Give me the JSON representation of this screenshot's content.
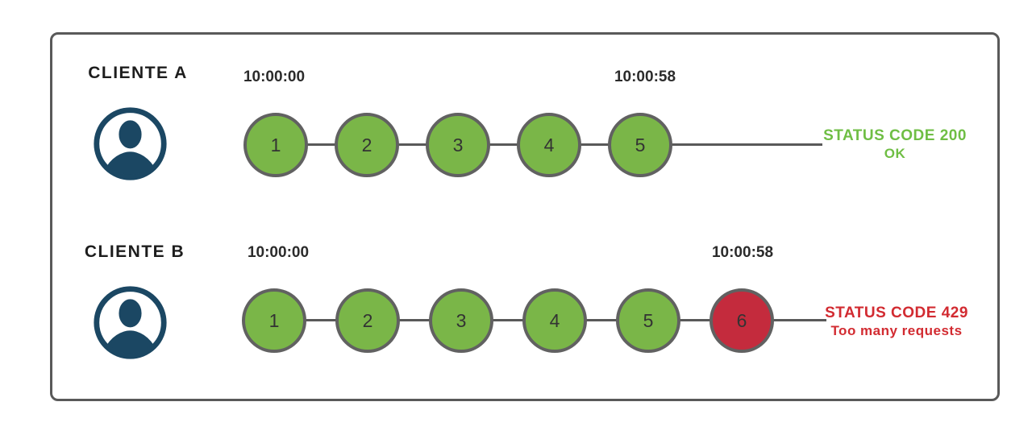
{
  "colors": {
    "green": "#7ab648",
    "red": "#c42b3d",
    "green_text": "#6fbe44",
    "red_text": "#d22b31",
    "navy": "#1b4763",
    "line": "#595959",
    "circle_border": "#616161",
    "timestamp": "#2b2b2b",
    "label": "#1d1d1d"
  },
  "rows": [
    {
      "client_label": "CLIENTE A",
      "start_time": "10:00:00",
      "end_time": "10:00:58",
      "requests": [
        {
          "label": "1",
          "state": "allowed"
        },
        {
          "label": "2",
          "state": "allowed"
        },
        {
          "label": "3",
          "state": "allowed"
        },
        {
          "label": "4",
          "state": "allowed"
        },
        {
          "label": "5",
          "state": "allowed"
        }
      ],
      "status": {
        "code_line": "STATUS CODE 200",
        "detail_line": "OK"
      }
    },
    {
      "client_label": "CLIENTE B",
      "start_time": "10:00:00",
      "end_time": "10:00:58",
      "requests": [
        {
          "label": "1",
          "state": "allowed"
        },
        {
          "label": "2",
          "state": "allowed"
        },
        {
          "label": "3",
          "state": "allowed"
        },
        {
          "label": "4",
          "state": "allowed"
        },
        {
          "label": "5",
          "state": "allowed"
        },
        {
          "label": "6",
          "state": "blocked"
        }
      ],
      "status": {
        "code_line": "STATUS CODE 429",
        "detail_line": "Too many requests"
      }
    }
  ]
}
